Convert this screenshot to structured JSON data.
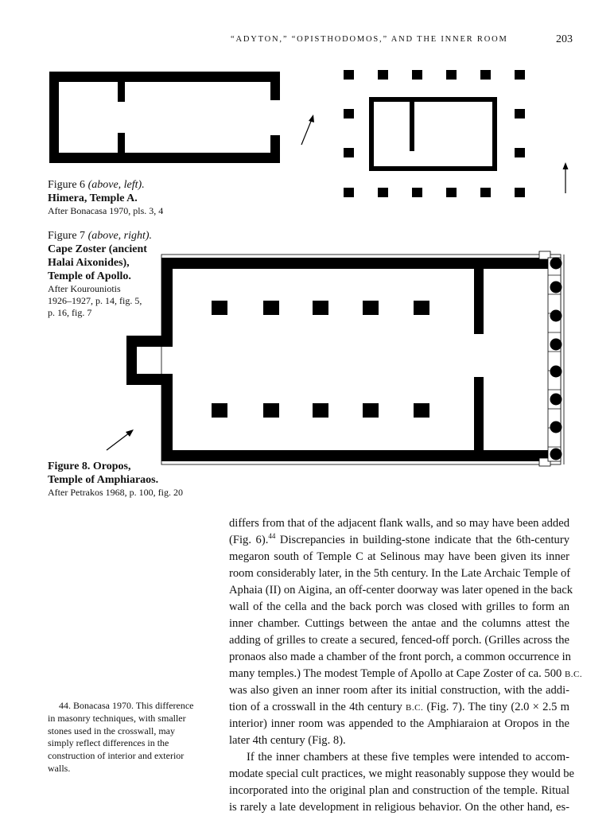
{
  "header": {
    "running_title": "“ADYTON,” “OPISTHODOMOS,” AND THE INNER ROOM",
    "page_number": "203"
  },
  "figure6": {
    "label": "Figure 6 ",
    "position_note": "(above, left).",
    "title": "Himera, Temple A.",
    "source": "After Bonacasa 1970, pls. 3, 4"
  },
  "figure7": {
    "label": "Figure 7 ",
    "position_note": "(above, right).",
    "title_lines": [
      "Cape Zoster (ancient",
      "Halai Aixonides),",
      "Temple of Apollo."
    ],
    "source_lines": [
      "After Kourouniotis",
      "1926–1927, p. 14, fig. 5,",
      "p. 16, fig. 7"
    ]
  },
  "figure8": {
    "title_lines": [
      "Figure 8. Oropos,",
      "Temple of Amphiaraos."
    ],
    "source": "After Petrakos 1968, p. 100, fig. 20"
  },
  "body": {
    "paragraph1_lines": [
      "differs from that of the adjacent flank walls, and so may have been added",
      "(Fig. 6).",
      " Discrepancies in building-stone indicate that the 6th-century",
      "megaron south of Temple C at Selinous may have been given its inner",
      "room considerably later, in the 5th century. In the Late Archaic Temple of",
      "Aphaia (II) on Aigina, an off-center doorway was later opened in the back",
      "wall of the cella and the back porch was closed with grilles to form an",
      "inner chamber. Cuttings between the antae and the columns attest the",
      "adding of grilles to create a secured, fenced-off porch. (Grilles across the",
      "pronaos also made a chamber of the front porch, a common occurrence in",
      "many temples.) The modest Temple of Apollo at Cape Zoster of ca. 500 ",
      "B.C.",
      "was also given an inner room after its initial construction, with the addi-",
      "tion of a crosswall in the 4th century ",
      "B.C.",
      " (Fig. 7). The tiny (2.0 × 2.5 m",
      "interior) inner room was appended to the Amphiaraion at Oropos in the",
      "later 4th century (Fig. 8)."
    ],
    "note_ref": "44",
    "paragraph2_lines": [
      "If the inner chambers at these five temples were intended to accom-",
      "modate special cult practices, we might reasonably suppose they would be",
      "incorporated into the original plan and construction of the temple. Ritual",
      "is rarely a late development in religious behavior. On the other hand, es-"
    ]
  },
  "footnote": {
    "lines": [
      "44. Bonacasa 1970. This difference",
      "in masonry techniques, with smaller",
      "stones used in the crosswall, may",
      "simply reflect differences in the",
      "construction of interior and exterior",
      "walls."
    ]
  }
}
